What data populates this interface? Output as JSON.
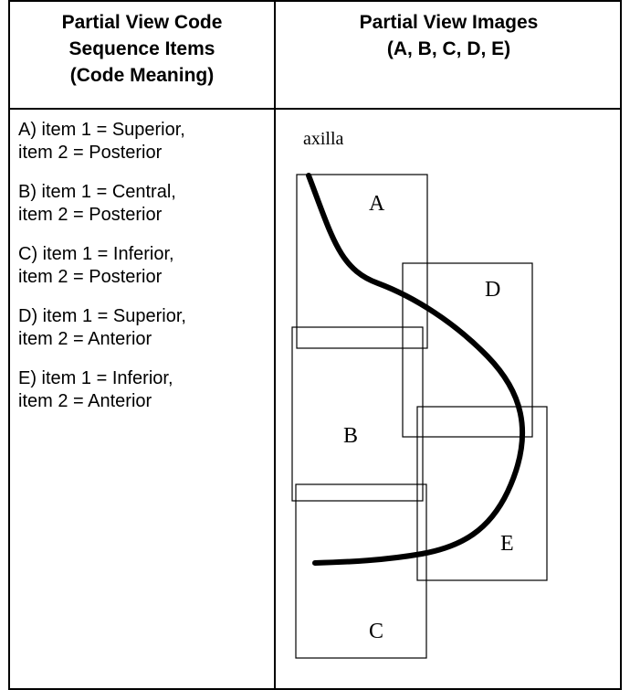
{
  "header": {
    "left": [
      "Partial View Code",
      "Sequence Items",
      "(Code Meaning)"
    ],
    "right": [
      "Partial View Images",
      "(A, B, C, D, E)"
    ]
  },
  "items": [
    {
      "line1": "A) item 1 = Superior,",
      "line2": "item 2 = Posterior"
    },
    {
      "line1": "B) item 1 = Central,",
      "line2": "item 2 = Posterior"
    },
    {
      "line1": "C) item 1 = Inferior,",
      "line2": "item 2 = Posterior"
    },
    {
      "line1": "D) item 1 = Superior,",
      "line2": "item 2 = Anterior"
    },
    {
      "line1": "E) item 1 = Inferior,",
      "line2": "item 2 = Anterior"
    }
  ],
  "diagram": {
    "axilla_label": "axilla",
    "boxes": {
      "A": "A",
      "B": "B",
      "C": "C",
      "D": "D",
      "E": "E"
    }
  }
}
